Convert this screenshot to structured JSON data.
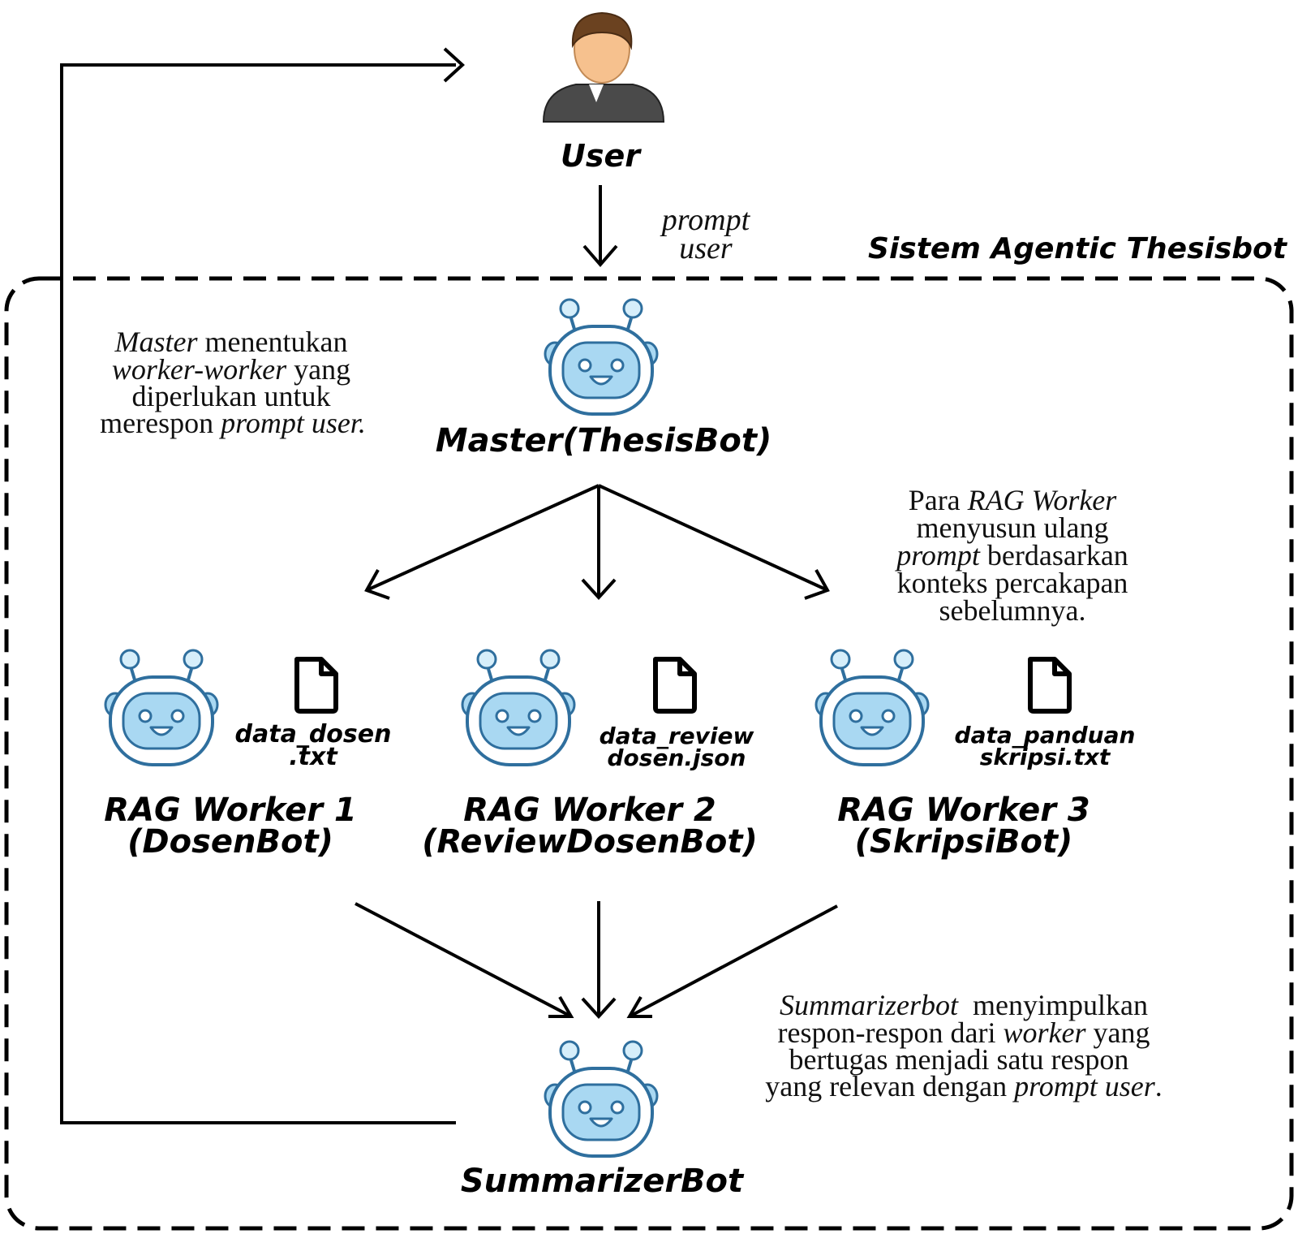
{
  "system_label": "Sistem Agentic Thesisbot",
  "user": {
    "label": "User",
    "icon": "user-avatar-icon"
  },
  "prompt_arrow": {
    "line1": "prompt",
    "line2": "user"
  },
  "master": {
    "label": "Master(ThesisBot)",
    "icon": "robot-icon"
  },
  "master_note": {
    "line1": {
      "italic": "Master",
      "rest": " menentukan"
    },
    "line2": {
      "italic": "worker-worker",
      "rest": " yang"
    },
    "line3": "diperlukan untuk",
    "line4": {
      "plain": "merespon ",
      "italic": "prompt user."
    }
  },
  "worker_note": {
    "line1": {
      "plain": "Para ",
      "italic": "RAG Worker"
    },
    "line2": "menyusun ulang",
    "line3": {
      "italic": "prompt",
      "rest": " berdasarkan"
    },
    "line4": "konteks percakapan",
    "line5": "sebelumnya."
  },
  "workers": [
    {
      "line1": "RAG Worker 1",
      "line2": "(DosenBot)",
      "file_line1": "data_dosen",
      "file_line2": ".txt",
      "icon": "robot-icon",
      "file_icon": "file-icon"
    },
    {
      "line1": "RAG Worker 2",
      "line2": "(ReviewDosenBot)",
      "file_line1": "data_review",
      "file_line2": "dosen.json",
      "icon": "robot-icon",
      "file_icon": "file-icon"
    },
    {
      "line1": "RAG Worker 3",
      "line2": "(SkripsiBot)",
      "file_line1": "data_panduan",
      "file_line2": "skripsi.txt",
      "icon": "robot-icon",
      "file_icon": "file-icon"
    }
  ],
  "summarizer": {
    "label": "SummarizerBot",
    "icon": "robot-icon"
  },
  "summarizer_note": {
    "line1": {
      "italic": "Summarizerbot",
      "rest": "  menyimpulkan"
    },
    "line2": {
      "plain": "respon-respon dari ",
      "italic": "worker",
      "rest": " yang"
    },
    "line3": "bertugas menjadi satu respon",
    "line4": {
      "plain": "yang relevan dengan ",
      "italic": "prompt user",
      "rest": "."
    }
  },
  "colors": {
    "robot_face": "#a9d8f2",
    "robot_outline": "#2f6f9e",
    "robot_ear": "#a9d8f2",
    "line": "#000000"
  }
}
